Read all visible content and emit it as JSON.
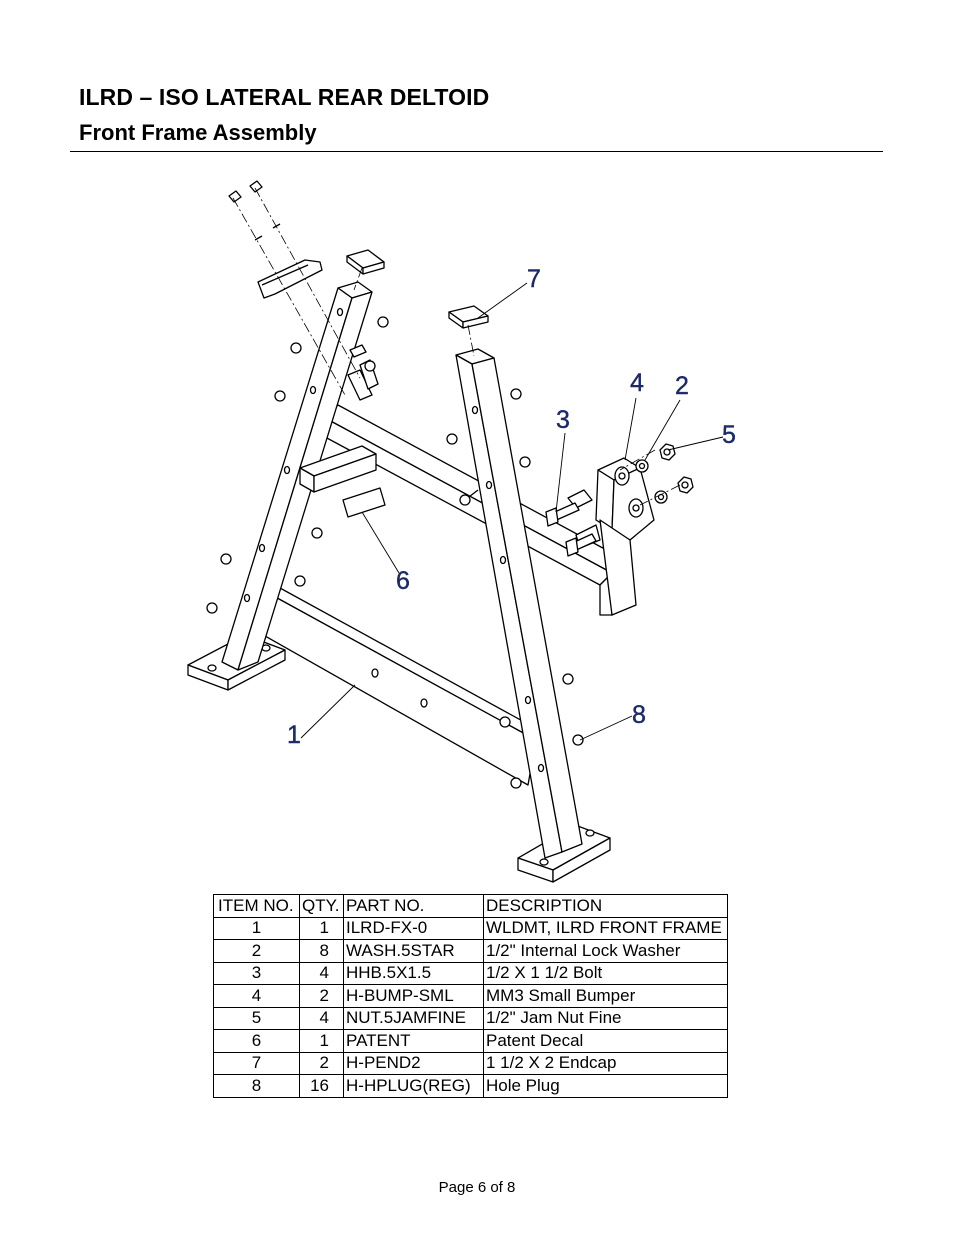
{
  "header": {
    "title": "ILRD – ISO LATERAL REAR DELTOID",
    "subtitle": "Front Frame Assembly"
  },
  "diagram": {
    "callouts": [
      "7",
      "4",
      "2",
      "5",
      "3",
      "6",
      "8",
      "1"
    ]
  },
  "parts_table": {
    "columns": [
      "ITEM NO.",
      "QTY.",
      "PART NO.",
      "DESCRIPTION"
    ],
    "rows": [
      {
        "item": "1",
        "qty": "1",
        "part": "ILRD-FX-0",
        "desc": "WLDMT, ILRD FRONT FRAME"
      },
      {
        "item": "2",
        "qty": "8",
        "part": "WASH.5STAR",
        "desc": "1/2\" Internal Lock Washer"
      },
      {
        "item": "3",
        "qty": "4",
        "part": "HHB.5X1.5",
        "desc": "1/2 X 1 1/2 Bolt"
      },
      {
        "item": "4",
        "qty": "2",
        "part": "H-BUMP-SML",
        "desc": "MM3 Small Bumper"
      },
      {
        "item": "5",
        "qty": "4",
        "part": "NUT.5JAMFINE",
        "desc": "1/2\" Jam Nut Fine"
      },
      {
        "item": "6",
        "qty": "1",
        "part": "PATENT",
        "desc": "Patent Decal"
      },
      {
        "item": "7",
        "qty": "2",
        "part": "H-PEND2",
        "desc": "1 1/2 X 2 Endcap"
      },
      {
        "item": "8",
        "qty": "16",
        "part": "H-HPLUG(REG)",
        "desc": "Hole Plug"
      }
    ]
  },
  "footer": {
    "page_label": "Page 6 of 8"
  }
}
